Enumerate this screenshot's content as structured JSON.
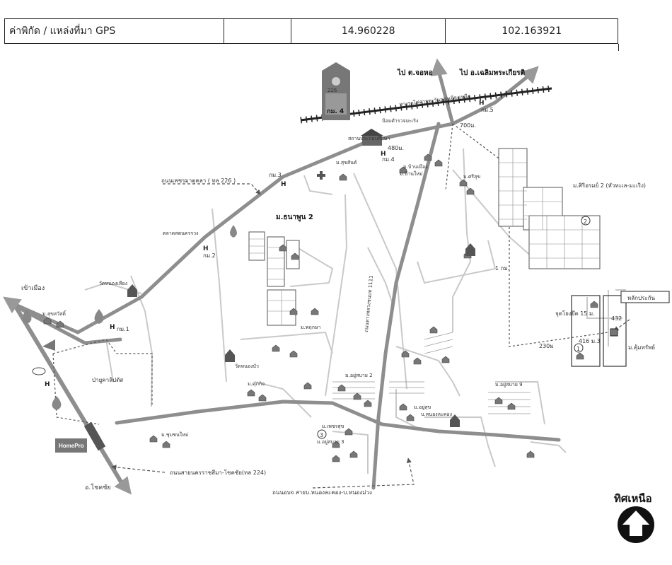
{
  "gps": {
    "label": "ค่าพิกัด / แหล่งที่มา GPS",
    "latitude": "14.960228",
    "longitude": "102.163921"
  },
  "map": {
    "north_label": "ทิศเหนือ",
    "top_left_arrow": "ไป ต.จอหอ",
    "top_right_arrow": "ไป อ.เฉลิมพระเกียรติ",
    "railway": "ทางรถไฟสายตะวันออกเฉียงเหนือ",
    "km5": "กม.5",
    "km4_post": "กม. 4",
    "km4_post_top": "226",
    "km4": "กม.4",
    "km3": "กม.3",
    "km2": "กม.2",
    "km1": "กม.1",
    "dist_700": "700ม.",
    "dist_480": "480ม.",
    "dist_1km": "1 กม.",
    "dist_230": "230ม",
    "road_226": "ถนนเพชรมาตุคลา ( ทล 226 )",
    "road_224": "ถนนสายนครราชสีมา-โชคชัย(ทล 224)",
    "road_bottom": "ถนนอบจ สายบ.หนองละคอง-บ.หนองม่วง",
    "road_1111": "ถนนทางหลวงชนบท 1111",
    "to_city": "เข้าเมือง",
    "to_chokchai": "อ.โชคชัย",
    "village_thanaphun": "ม.ธนาพูน 2",
    "village_siri": "ม.ศิริอรมย์ 2 (หัวทะเล-มะเริง)",
    "landmark_label": "หลักประกัน",
    "junction": "จุดโยงยึด 15 ม.",
    "parcel_432": "432",
    "parcel_416": "416 ม.3",
    "village_khum": "ม.คุ้มทรัพย์",
    "school": "สถานประกอบศึกษา",
    "station_post": "ป้อมตำรวจมะเริง",
    "market": "ตลาดสดนครรวง",
    "forest": "ป่ายูคาลิปตัส",
    "nong_lakhong": "บ.หนองละคอง",
    "big_store": "HomePro",
    "ban_mueang": "ม.บ้านเมือง",
    "temple1": "วัดหนองเหียง",
    "temple2": "วัดหนองบัว",
    "small_villages": [
      "ม.สุขสันต์",
      "ม.บ้านใหม่",
      "ม.ศรีสุข",
      "ม.พฤกษา",
      "ม.ศุภกิจ",
      "ม.ชุมชนใหม่",
      "ม.อยู่สบาย 2",
      "ม.อยู่สบาย 3",
      "ม.อยู่สบาย 9",
      "ม.เพชรสุข",
      "ม.สุขสวัสดิ์",
      "ม.อยู่สุข"
    ],
    "circle_marks": [
      "1",
      "2",
      "3"
    ]
  },
  "colors": {
    "main_road": "#8e8e8e",
    "minor_road": "#c9c9c9",
    "dashed": "#555555",
    "block": "#eaeaea"
  }
}
